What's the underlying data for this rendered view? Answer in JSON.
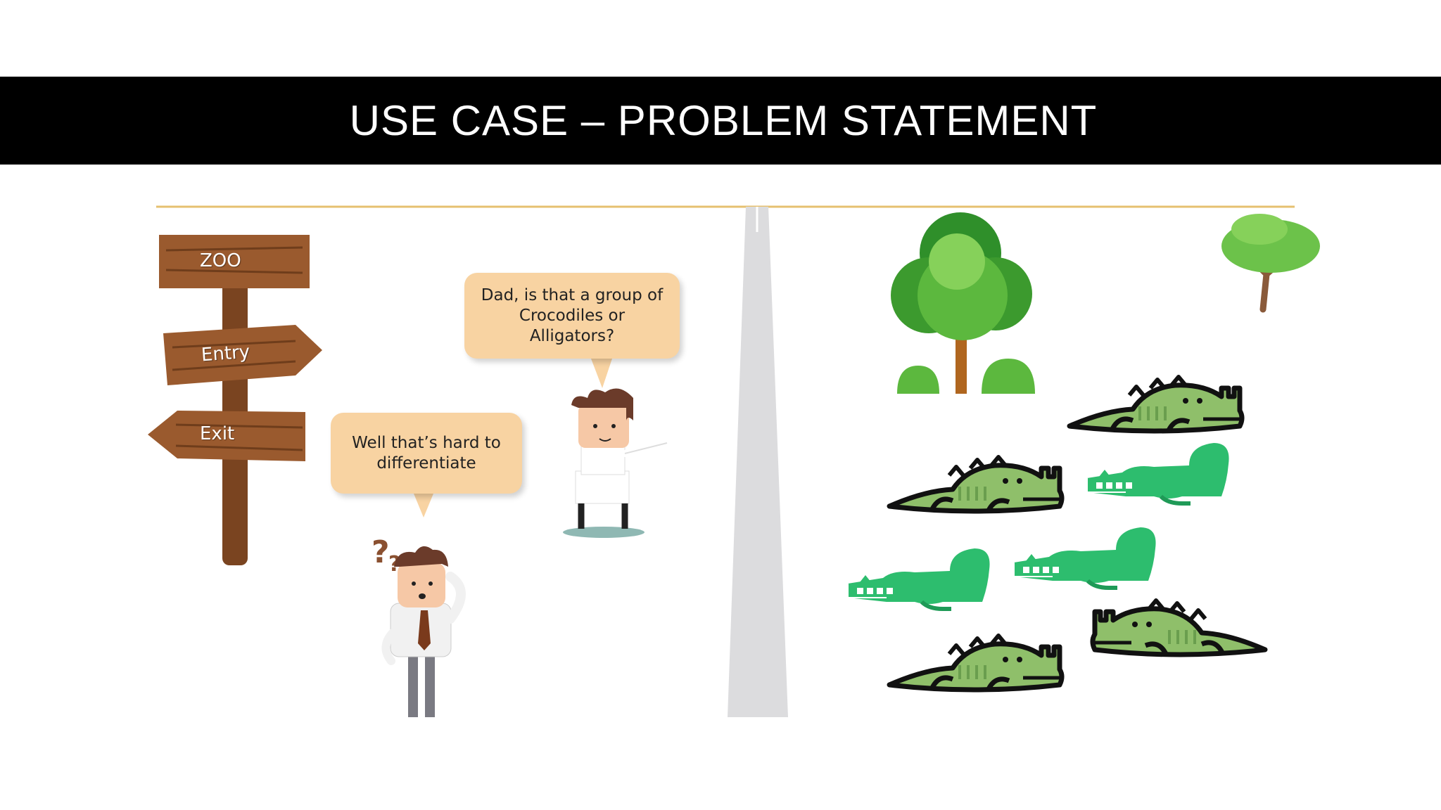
{
  "slide": {
    "title": "USE CASE – PROBLEM STATEMENT"
  },
  "signpost": {
    "zoo": "ZOO",
    "entry": "Entry",
    "exit": "Exit"
  },
  "dialogue": {
    "dad": "Dad, is that a group of Crocodiles or Alligators?",
    "son": "Well that’s hard to differentiate"
  },
  "colors": {
    "title_band": "#000000",
    "title_text": "#ffffff",
    "bubble": "#f8d3a2",
    "wood": "#9a5a2e",
    "divider_line": "#e6c070",
    "road": "#dcdcde",
    "crocodile_green": "#2dbd6e",
    "alligator_green": "#8fbf6a",
    "tree_green": "#5cb83e"
  }
}
